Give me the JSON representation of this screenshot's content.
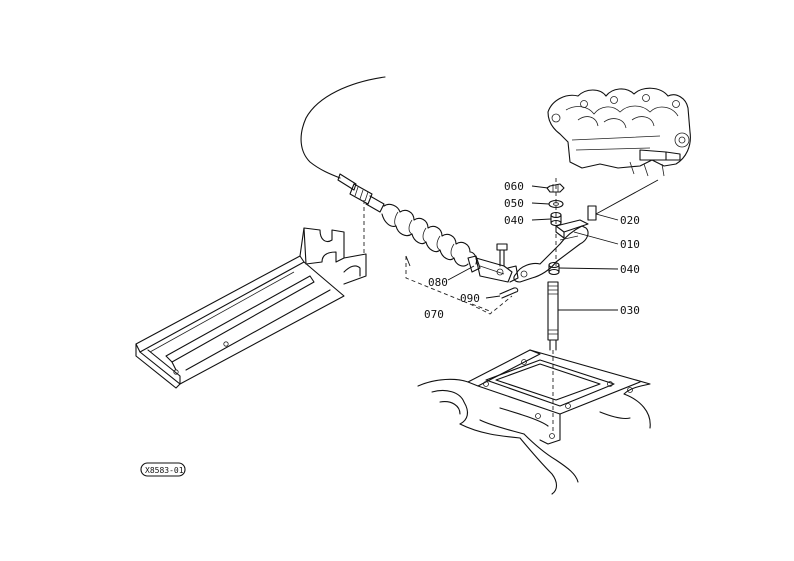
{
  "labels": {
    "p010": "010",
    "p020": "020",
    "p030": "030",
    "p040a": "040",
    "p040b": "040",
    "p050": "050",
    "p060": "060",
    "p070": "070",
    "p080": "080",
    "p090": "090"
  },
  "drawing_code": "X8583-01"
}
